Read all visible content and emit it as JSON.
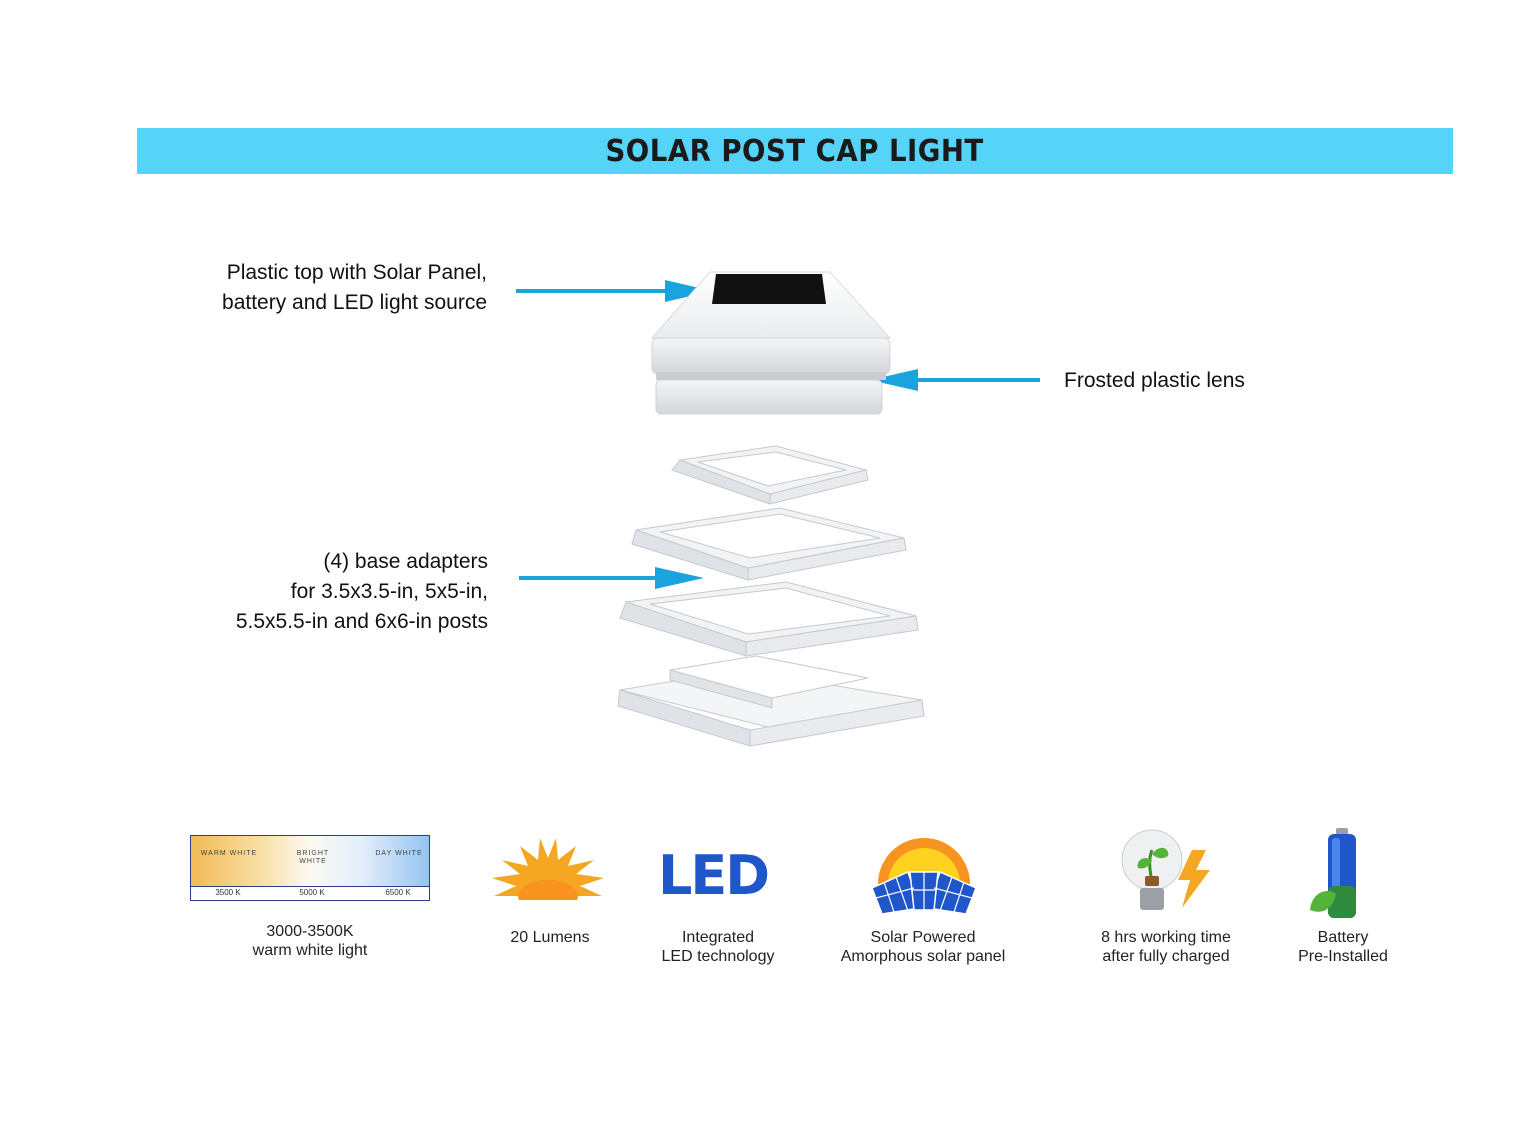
{
  "banner": {
    "title": "SOLAR POST CAP LIGHT",
    "color": "#55d4f7"
  },
  "callouts": {
    "top": {
      "lines": [
        "Plastic top with Solar Panel,",
        "battery and LED light source"
      ]
    },
    "lens": {
      "lines": [
        "Frosted plastic lens"
      ]
    },
    "base": {
      "lines": [
        "(4) base adapters",
        "for 3.5x3.5-in, 5x5-in,",
        "5.5x5.5-in and 6x6-in posts"
      ]
    },
    "arrow_color": "#1aa3dd"
  },
  "color_spectrum": {
    "labels": [
      {
        "name": "WARM WHITE",
        "kelvin": "3500 K"
      },
      {
        "name": "BRIGHT WHITE",
        "kelvin": "5000 K"
      },
      {
        "name": "DAY WHITE",
        "kelvin": "6500 K"
      }
    ]
  },
  "features": [
    {
      "icon": "color-temperature-scale-icon",
      "lines": [
        "3000-3500K",
        "warm white light"
      ]
    },
    {
      "icon": "sunburst-icon",
      "lines": [
        "20 Lumens"
      ]
    },
    {
      "icon": "led-text-icon",
      "icon_text": "LED",
      "lines": [
        "Integrated",
        "LED technology"
      ]
    },
    {
      "icon": "solar-panel-sun-icon",
      "lines": [
        "Solar Powered",
        "Amorphous solar panel"
      ]
    },
    {
      "icon": "lightbulb-plant-bolt-icon",
      "lines": [
        "8 hrs working time",
        "after fully charged"
      ]
    },
    {
      "icon": "battery-leaf-icon",
      "lines": [
        "Battery",
        "Pre-Installed"
      ]
    }
  ]
}
